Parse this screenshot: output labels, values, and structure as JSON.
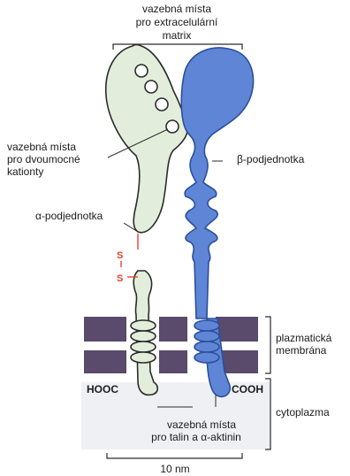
{
  "labels": {
    "extracellular_line1": "vazebná místa",
    "extracellular_line2": "pro extracelulární",
    "extracellular_line3": "matrix",
    "cation_line1": "vazebná místa",
    "cation_line2": "pro dvoumocné",
    "cation_line3": "kationty",
    "alpha_subunit": "α-podjednotka",
    "beta_subunit": "β-podjednotka",
    "sulfur_top": "S",
    "sulfur_bottom": "S",
    "membrane_line1": "plazmatická",
    "membrane_line2": "membrána",
    "cytoplasm": "cytoplazma",
    "hooc": "HOOC",
    "cooh": "COOH",
    "talin_line1": "vazebná místa",
    "talin_line2": "pro talin a α-aktinin",
    "scale": "10 nm"
  },
  "colors": {
    "alpha_fill": "#e2eedb",
    "alpha_stroke": "#2b2b2b",
    "beta_fill": "#5f86d6",
    "beta_stroke": "#2c4f9a",
    "membrane": "#5a4a6b",
    "disulfide": "#e8412c",
    "cytoplasm_bg": "#eef0f4"
  }
}
